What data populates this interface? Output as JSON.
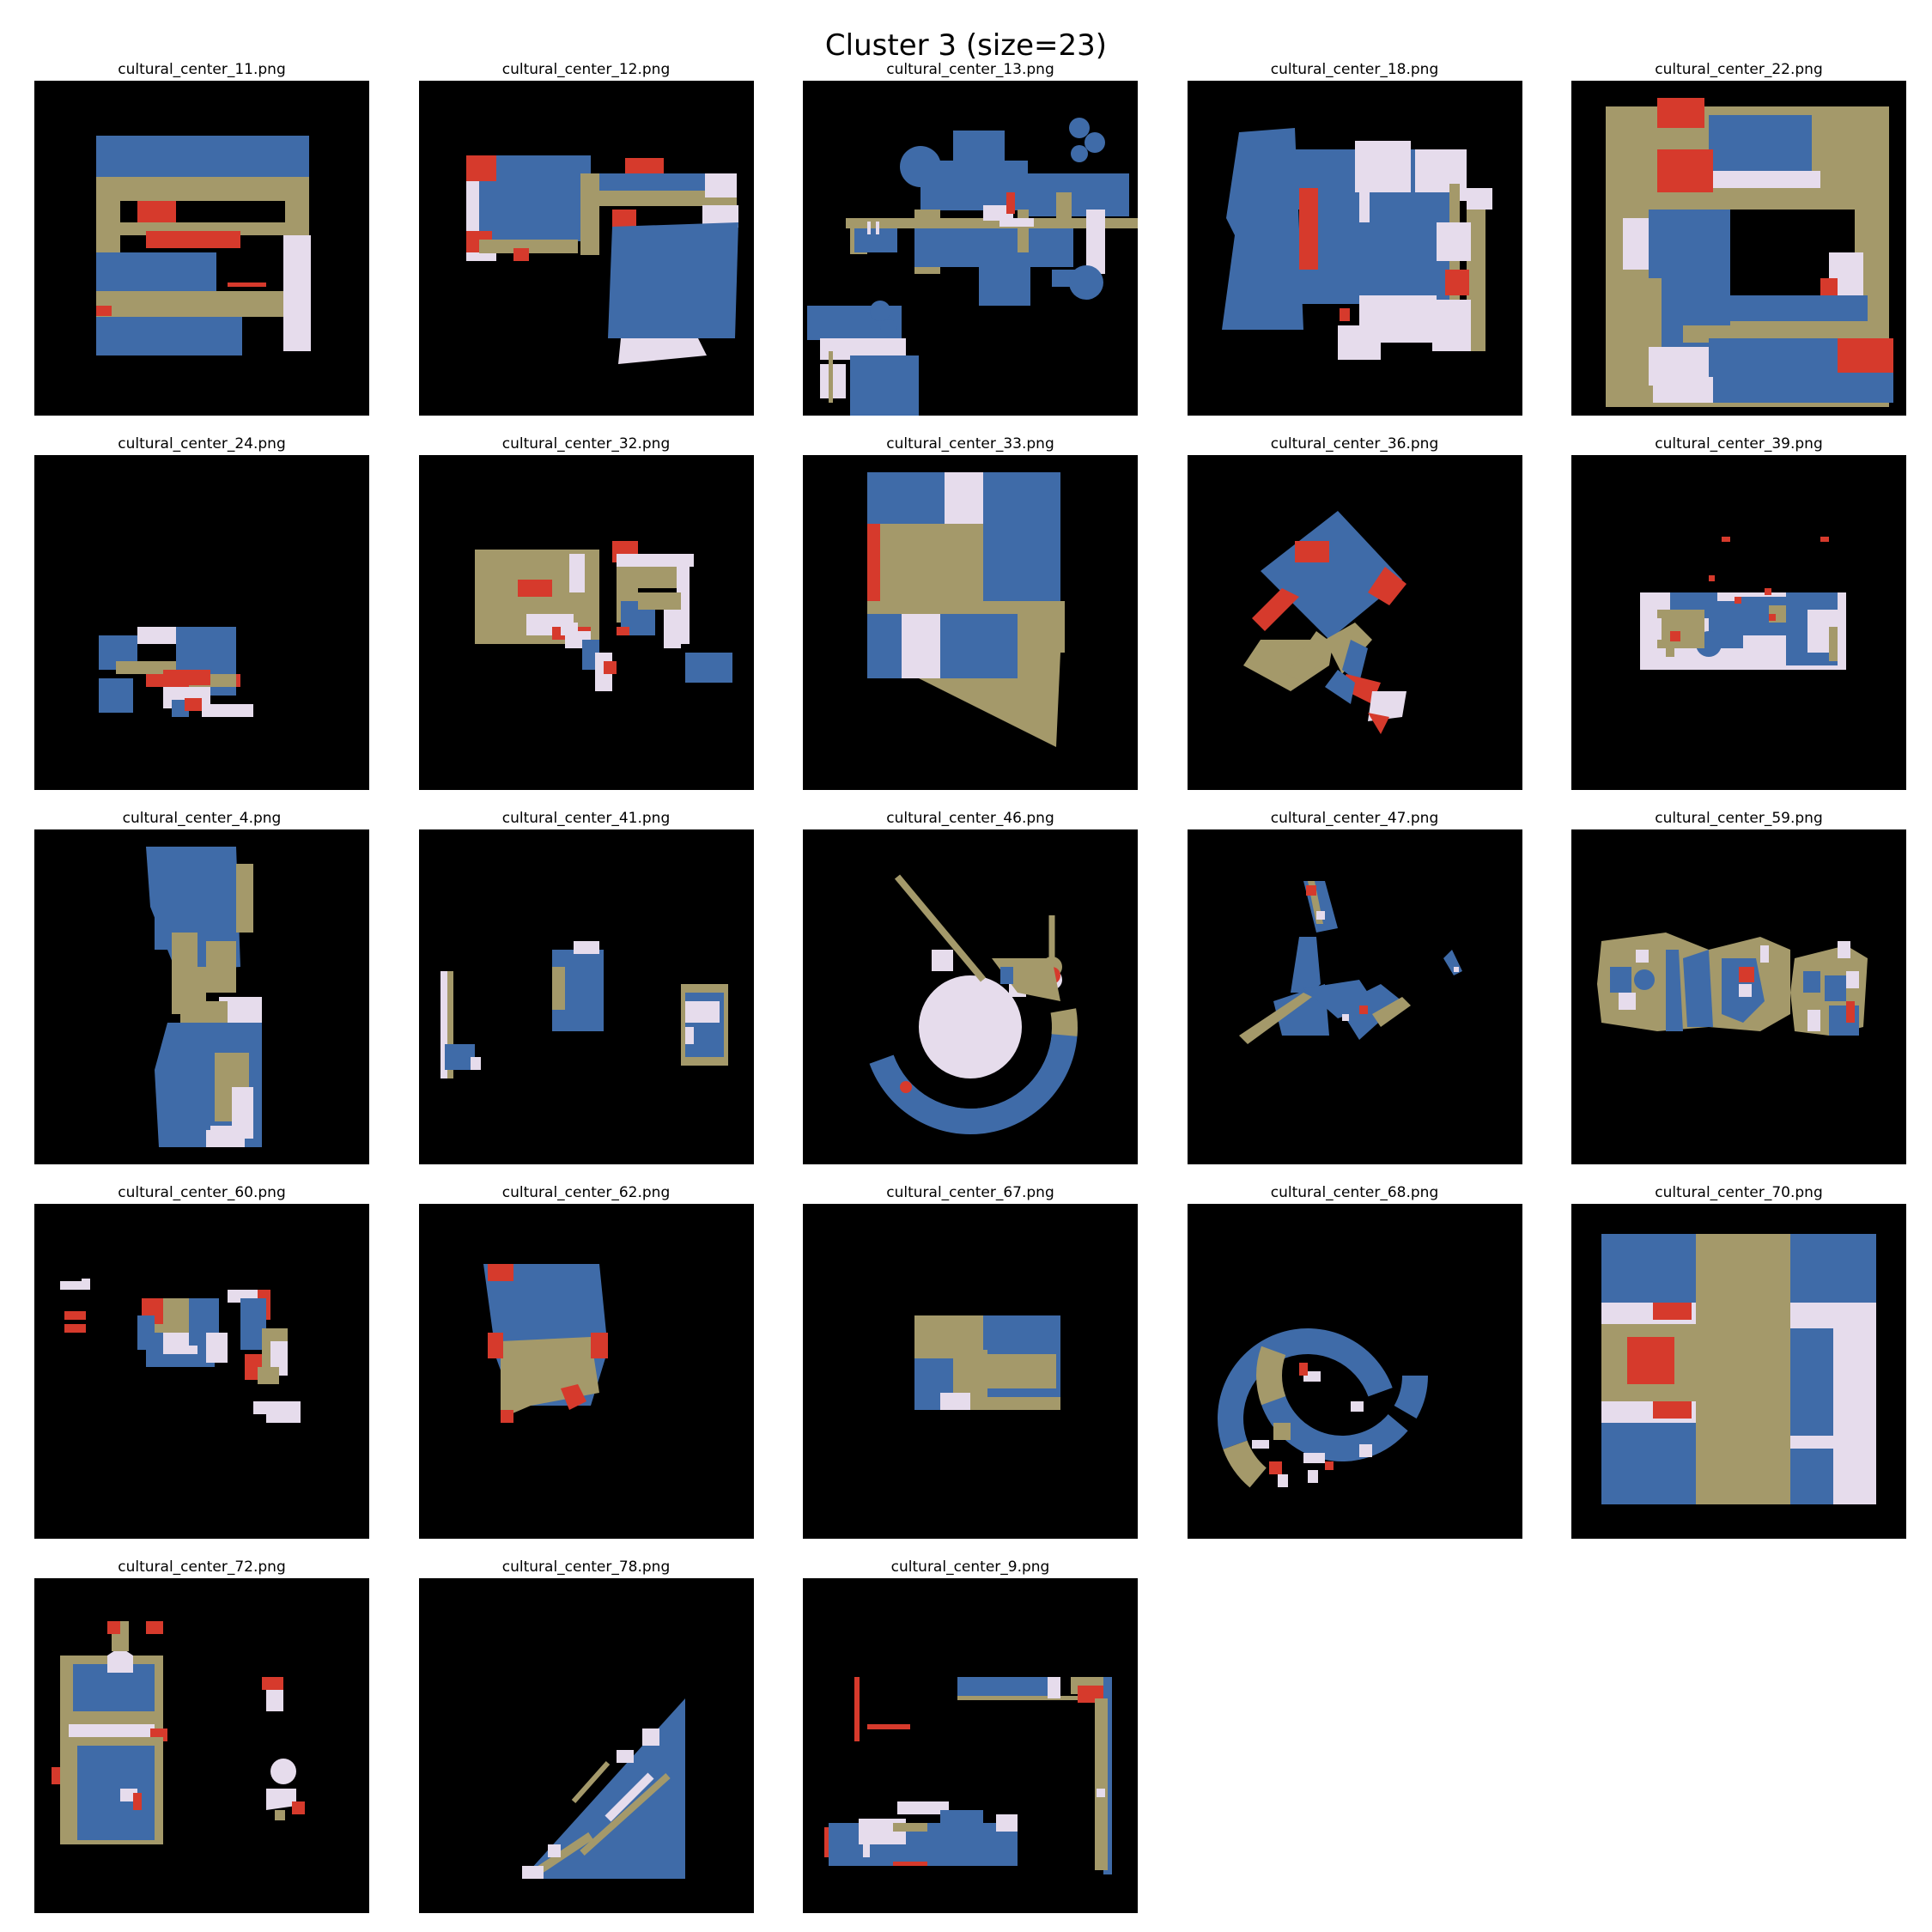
{
  "figure": {
    "title": "Cluster 3 (size=23)"
  },
  "colors": {
    "background": "#000000",
    "blue": "#3f6ba8",
    "khaki": "#a4996a",
    "white": "#e6dcec",
    "red": "#d63a2c"
  },
  "panels": [
    {
      "title": "cultural_center_11.png"
    },
    {
      "title": "cultural_center_12.png"
    },
    {
      "title": "cultural_center_13.png"
    },
    {
      "title": "cultural_center_18.png"
    },
    {
      "title": "cultural_center_22.png"
    },
    {
      "title": "cultural_center_24.png"
    },
    {
      "title": "cultural_center_32.png"
    },
    {
      "title": "cultural_center_33.png"
    },
    {
      "title": "cultural_center_36.png"
    },
    {
      "title": "cultural_center_39.png"
    },
    {
      "title": "cultural_center_4.png"
    },
    {
      "title": "cultural_center_41.png"
    },
    {
      "title": "cultural_center_46.png"
    },
    {
      "title": "cultural_center_47.png"
    },
    {
      "title": "cultural_center_59.png"
    },
    {
      "title": "cultural_center_60.png"
    },
    {
      "title": "cultural_center_62.png"
    },
    {
      "title": "cultural_center_67.png"
    },
    {
      "title": "cultural_center_68.png"
    },
    {
      "title": "cultural_center_70.png"
    },
    {
      "title": "cultural_center_72.png"
    },
    {
      "title": "cultural_center_78.png"
    },
    {
      "title": "cultural_center_9.png"
    }
  ]
}
